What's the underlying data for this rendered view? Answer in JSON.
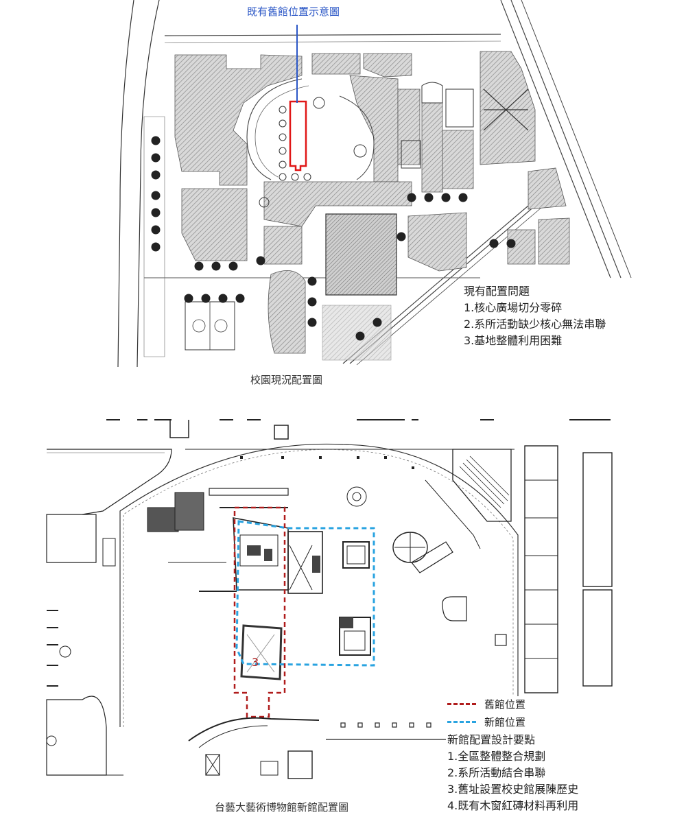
{
  "top_plan": {
    "annotation": "既有舊館位置示意圖",
    "caption": "校園現況配置圖",
    "issues_title": "現有配置問題",
    "issues": [
      "1.核心廣場切分零碎",
      "2.系所活動缺少核心無法串聯",
      "3.基地整體利用困難"
    ]
  },
  "bottom_plan": {
    "caption": "台藝大藝術博物館新館配置圖",
    "room_number": "3",
    "legend": [
      {
        "label": "舊館位置",
        "color": "#b01c1c"
      },
      {
        "label": "新館位置",
        "color": "#29a3e0"
      }
    ],
    "points_title": "新館配置設計要點",
    "points": [
      "1.全區整體整合規劃",
      "2.系所活動結合串聯",
      "3.舊址設置校史館展陳歷史",
      "4.既有木窗紅磚材料再利用"
    ]
  }
}
